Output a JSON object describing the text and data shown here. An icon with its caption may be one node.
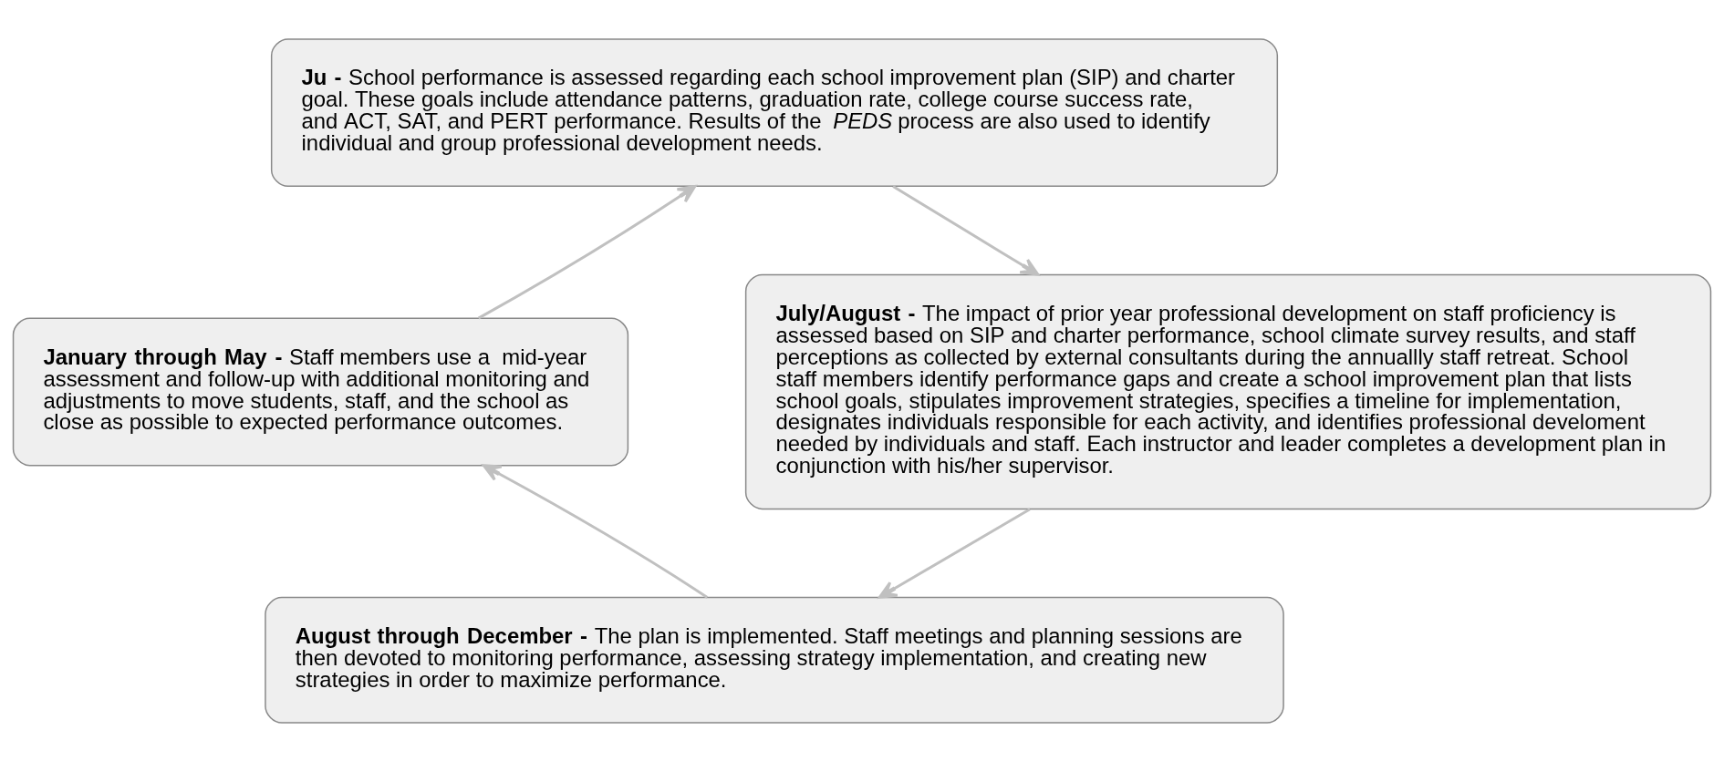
{
  "diagram": {
    "nodes": [
      {
        "text": [
          "**Ju -** School performance is assessed regarding each school improvement plan (SIP) and charter goal. These goals include attendance patterns, graduation rate, college course success rate, and ACT, SAT, and PERT performance. Results of the *PEDS* process are also used to identify individual and group professional development needs."
        ]
      },
      {
        "text": [
          "**July/August -** The impact of prior year professional development on staff proficiency is assessed based on SIP and charter performance, school climate survey results, and staff perceptions as collected by external consultants during the annuallly staff retreat. School staff members identify performance gaps and create a school improvement plan that lists school goals, stipulates improvement strategies, specifies a timeline for implementation, designates individuals responsible for each activity, and identifies professional develoment needed by individuals and staff. Each instructor and leader completes a development plan in conjunction with his/her supervisor."
        ]
      },
      {
        "text": [
          "**August through December -** The plan is implemented. Staff meetings and planning sessions are then devoted to monitoring performance, assessing strategy implementation, and creating new strategies in order to maximize performance."
        ]
      },
      {
        "text": [
          "**January through May -** Staff members use a  mid-year assessment and follow-up with additional monitoring and adjustments to move students, staff, and the school as close as possible to expected performance outcomes."
        ]
      }
    ],
    "edges": [
      {
        "from": 0,
        "to": 1,
        "arrow": "to"
      },
      {
        "from": 1,
        "to": 2,
        "arrow": "to"
      },
      {
        "from": 2,
        "to": 3,
        "arrow": "to"
      },
      {
        "from": 3,
        "to": 0,
        "arrow": "to"
      }
    ]
  }
}
